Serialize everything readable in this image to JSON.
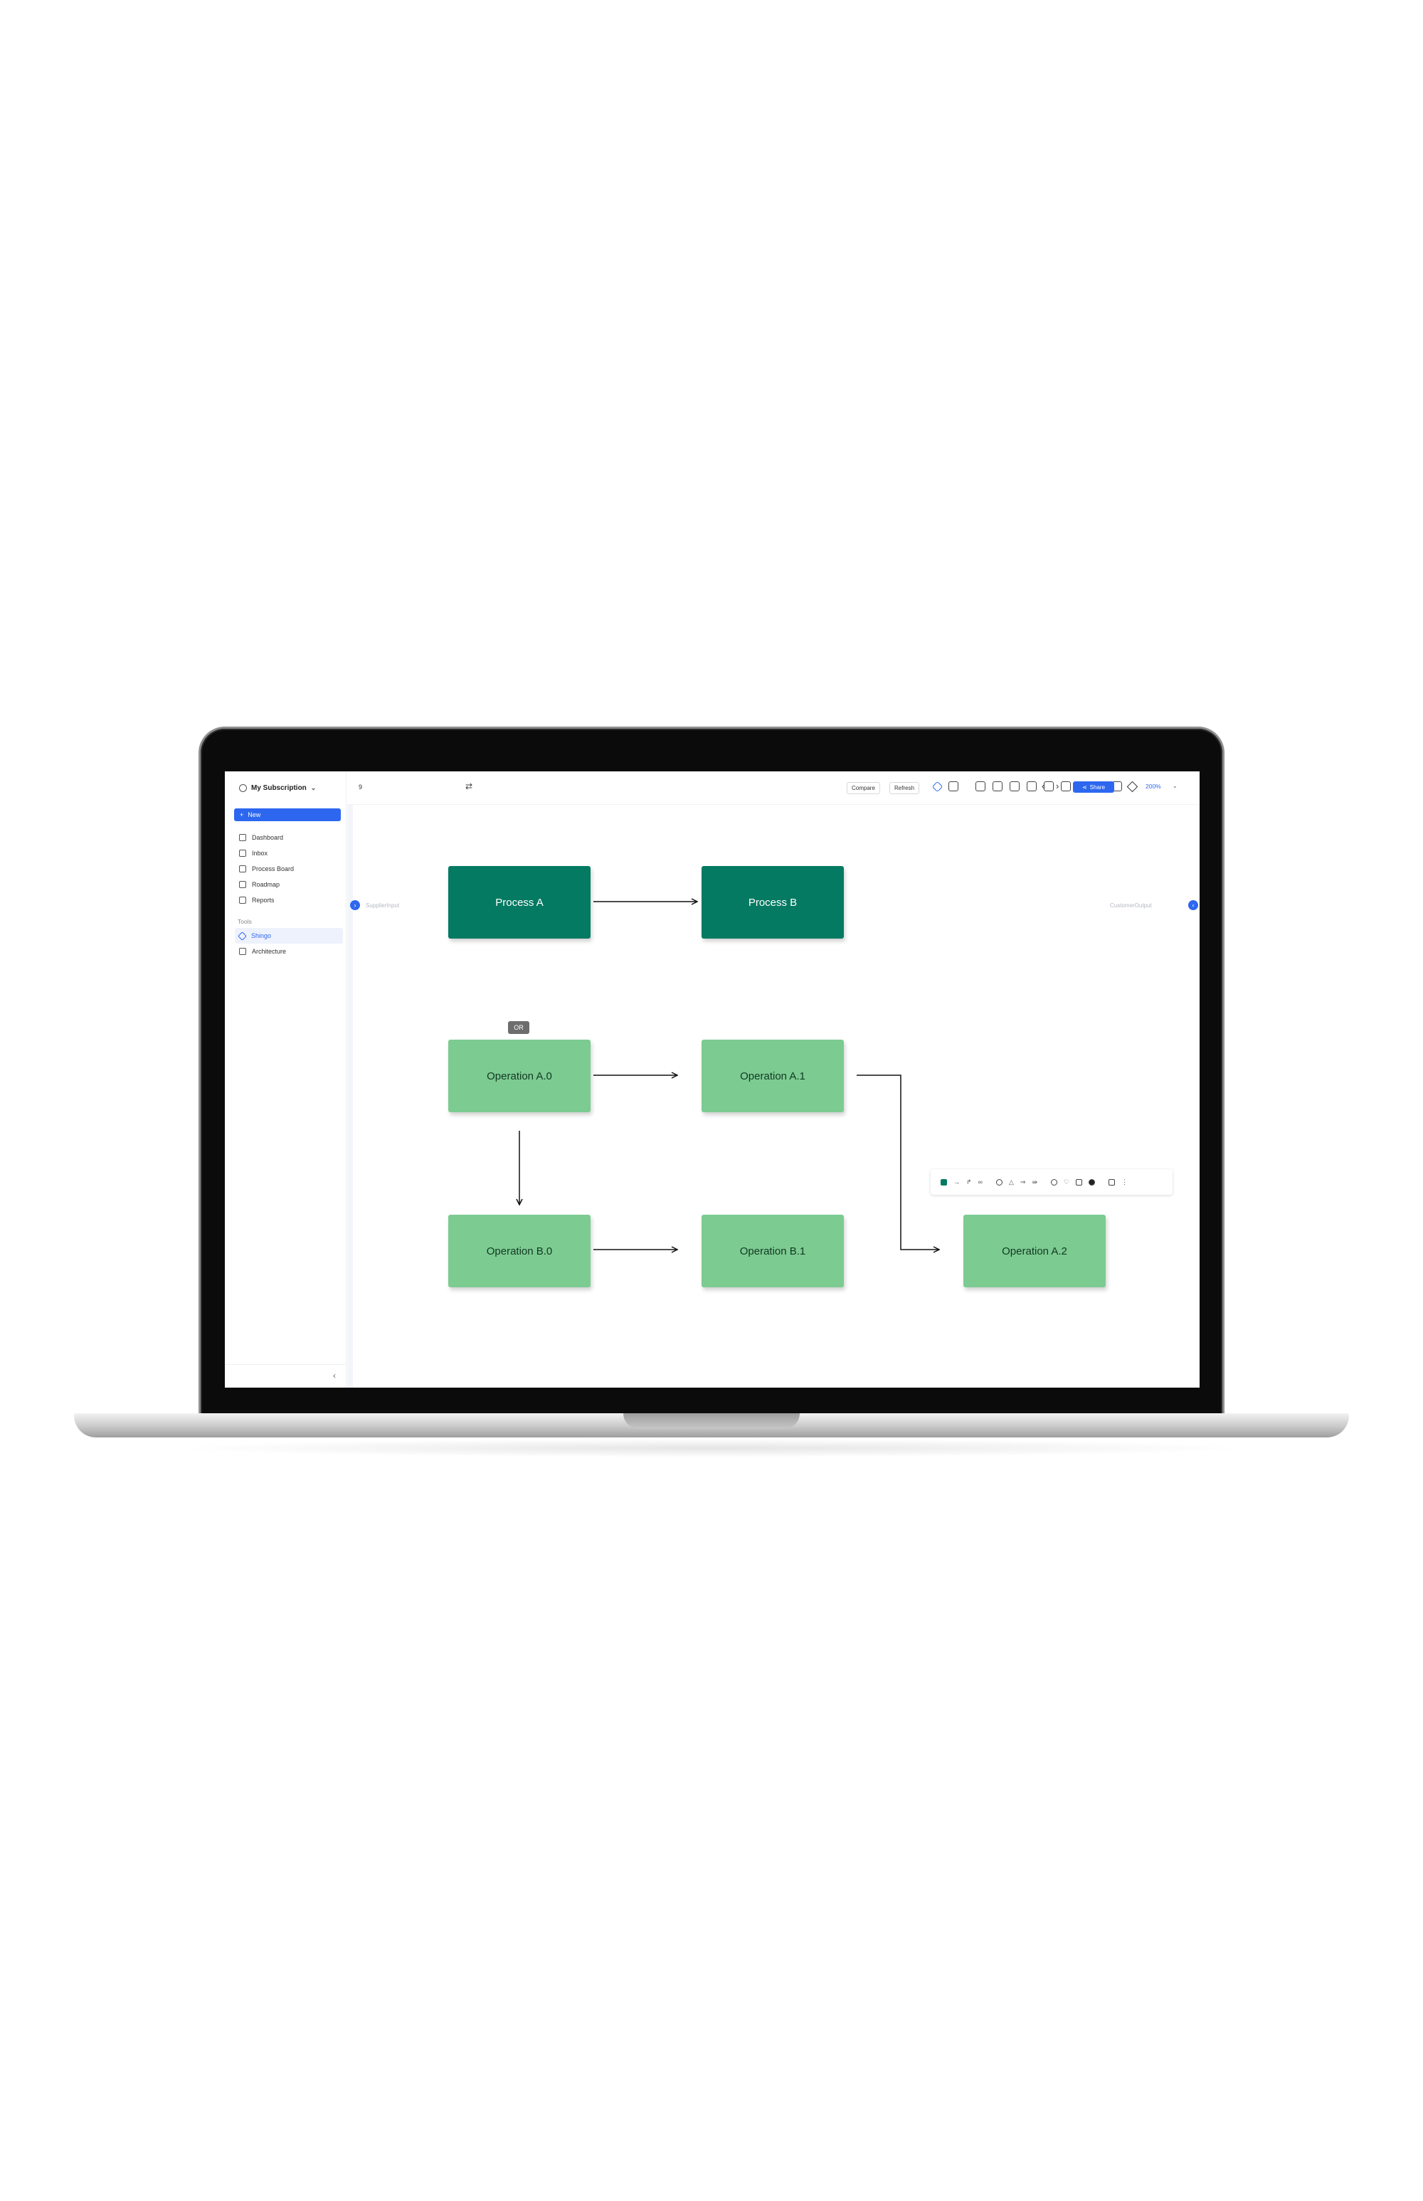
{
  "sidebar": {
    "subscription": "My Subscription",
    "new_label": "New",
    "items": [
      {
        "label": "Dashboard"
      },
      {
        "label": "Inbox"
      },
      {
        "label": "Process Board"
      },
      {
        "label": "Roadmap"
      },
      {
        "label": "Reports"
      }
    ],
    "tools_header": "Tools",
    "tools": [
      {
        "label": "Shingo",
        "active": true
      },
      {
        "label": "Architecture"
      }
    ]
  },
  "toolbar": {
    "doc_number": "9",
    "compare_label": "Compare",
    "refresh_label": "Refresh",
    "share_label": "Share",
    "zoom": "200%"
  },
  "canvas": {
    "left_edge_label": "SupplierInput",
    "right_edge_label": "CustomerOutput",
    "or_badge": "OR",
    "nodes": [
      {
        "label": "Process A"
      },
      {
        "label": "Process B"
      },
      {
        "label": "Operation A.0"
      },
      {
        "label": "Operation A.1"
      },
      {
        "label": "Operation A.2"
      },
      {
        "label": "Operation B.0"
      },
      {
        "label": "Operation B.1"
      }
    ]
  },
  "colors": {
    "accent": "#2d67f0",
    "process_dark": "#047a62",
    "operation_light": "#7ccb91"
  }
}
